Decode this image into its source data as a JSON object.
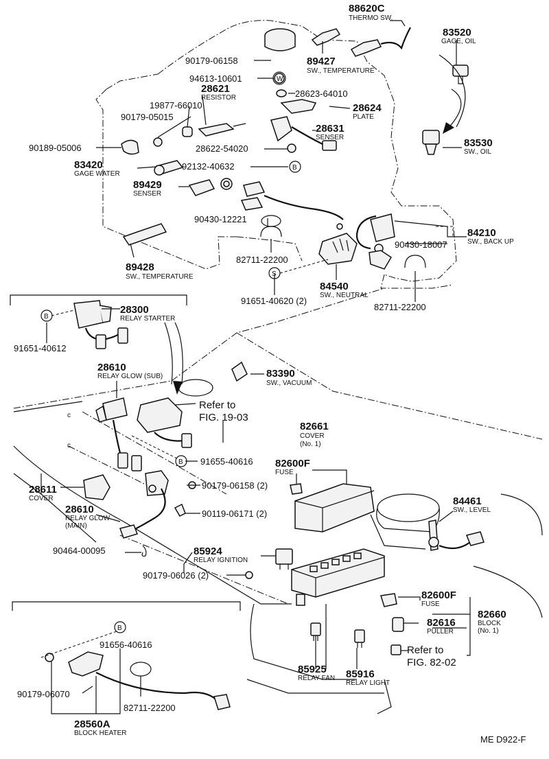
{
  "labels": {
    "p88620c": "88620C",
    "c88620c": "THERMO SW.",
    "p83520": "83520",
    "c83520": "GAGE, OIL",
    "p89427": "89427",
    "c89427": "SW., TEMPERATURE",
    "p90179_06158a": "90179-06158",
    "p94613": "94613-10601",
    "p28621": "28621",
    "c28621": "RESISTOR",
    "p28623": "28623-64010",
    "p19877": "19877-66010",
    "p90179_05015": "90179-05015",
    "p28624": "28624",
    "c28624": "PLATE",
    "p28631": "28631",
    "c28631": "SENSER",
    "p90189": "90189-05006",
    "p28622": "28622-54020",
    "p83530": "83530",
    "c83530": "SW., OIL",
    "p83420": "83420",
    "c83420": "GAGE WATER",
    "p92132": "92132-40632",
    "p89429": "89429",
    "c89429": "SENSER",
    "p90430_12221": "90430-12221",
    "p84210": "84210",
    "c84210": "SW., BACK UP",
    "p90430_18007": "90430-18007",
    "p89428": "89428",
    "c89428": "SW., TEMPERATURE",
    "p82711a": "82711-22200",
    "p84540": "84540",
    "c84540": "SW., NEUTRAL",
    "p82711b": "82711-22200",
    "p91651_40620": "91651-40620 (2)",
    "p28300": "28300",
    "c28300": "RELAY STARTER",
    "p91651_40612": "91651-40612",
    "p28610a": "28610",
    "c28610a": "RELAY GLOW (SUB)",
    "p83390": "83390",
    "c83390": "SW., VACUUM",
    "refer1a": "Refer to",
    "refer1b": "FIG. 19-03",
    "p82661": "82661",
    "c82661a": "COVER",
    "c82661b": "(No. 1)",
    "p91655": "91655-40616",
    "p82600f_a": "82600F",
    "c82600f_a": "FUSE",
    "p28611": "28611",
    "c28611": "COVER",
    "p90179_06158b": "90179-06158 (2)",
    "p84461": "84461",
    "c84461": "SW., LEVEL",
    "p28610b": "28610",
    "c28610b1": "RELAY GLOW",
    "c28610b2": "(MAIN)",
    "p90119": "90119-06171 (2)",
    "p90464": "90464-00095",
    "p85924": "85924",
    "c85924": "RELAY IGNITION",
    "p90179_06026": "90179-06026 (2)",
    "p82600f_b": "82600F",
    "c82600f_b": "FUSE",
    "p82660": "82660",
    "c82660a": "BLOCK",
    "c82660b": "(No. 1)",
    "p82616": "82616",
    "c82616": "PULLER",
    "p91656": "91656-40616",
    "refer2a": "Refer to",
    "refer2b": "FIG. 82-02",
    "p90179_06070": "90179-06070",
    "p82711c": "82711-22200",
    "p85925": "85925",
    "c85925": "RELAY FAN",
    "p85916": "85916",
    "c85916": "RELAY LIGHT",
    "p28560a": "28560A",
    "c28560a": "BLOCK HEATER",
    "code": "ME D922-F"
  },
  "callouts": {
    "w": "W",
    "b1": "B",
    "b2": "B",
    "b3": "B",
    "b4": "B",
    "s": "S",
    "c1": "c",
    "c2": "c"
  }
}
